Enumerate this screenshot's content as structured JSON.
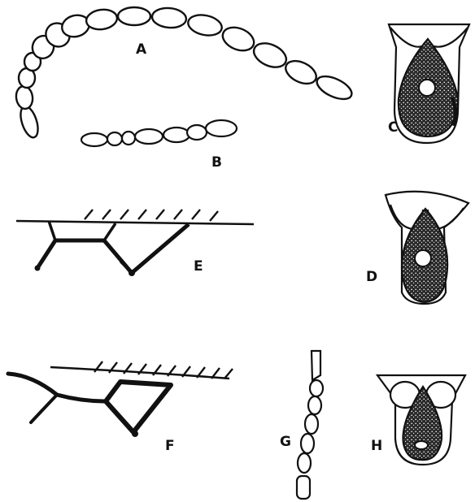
{
  "figure": {
    "labels": {
      "a": "A",
      "b": "B",
      "c": "C",
      "d": "D",
      "e": "E",
      "f": "F",
      "g": "G",
      "h": "H"
    }
  },
  "colors": {
    "ink": "#111111",
    "background": "#ffffff",
    "stipple": "#1a1a1a"
  }
}
